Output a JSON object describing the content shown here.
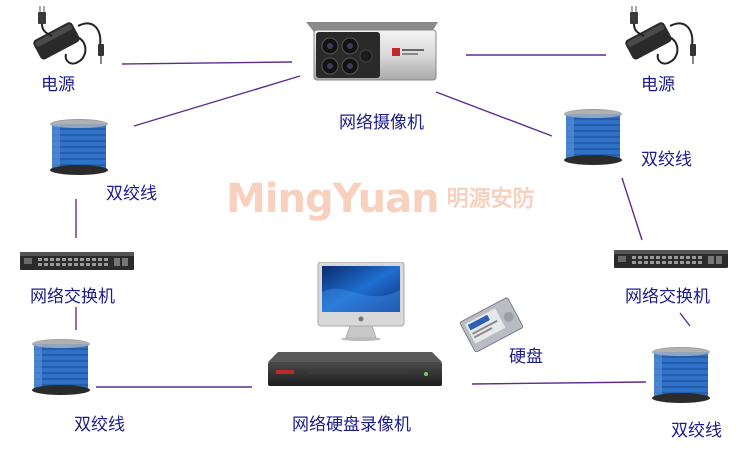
{
  "colors": {
    "line": "#5c2d91",
    "label": "#1b1b8f",
    "cable_blue": "#2f72c8",
    "cable_blue_dark": "#184c94",
    "device_black": "#1e1e1e",
    "watermark": "#ee966e"
  },
  "watermark": {
    "en": "MingYuan",
    "cn": "明源安防"
  },
  "nodes": {
    "power_left": {
      "label": "电源",
      "icon": "power-adapter-icon"
    },
    "power_right": {
      "label": "电源",
      "icon": "power-adapter-icon"
    },
    "camera": {
      "label": "网络摄像机",
      "icon": "bullet-camera-icon"
    },
    "cable_top_left": {
      "label": "双绞线",
      "icon": "cable-reel-icon"
    },
    "cable_top_right": {
      "label": "双绞线",
      "icon": "cable-reel-icon"
    },
    "switch_left": {
      "label": "网络交换机",
      "icon": "network-switch-icon"
    },
    "switch_right": {
      "label": "网络交换机",
      "icon": "network-switch-icon"
    },
    "cable_bottom_left": {
      "label": "双绞线",
      "icon": "cable-reel-icon"
    },
    "cable_bottom_right": {
      "label": "双绞线",
      "icon": "cable-reel-icon"
    },
    "monitor": {
      "icon": "monitor-icon"
    },
    "hdd": {
      "label": "硬盘",
      "icon": "hard-drive-icon"
    },
    "nvr": {
      "label": "网络硬盘录像机",
      "icon": "nvr-recorder-icon"
    }
  }
}
